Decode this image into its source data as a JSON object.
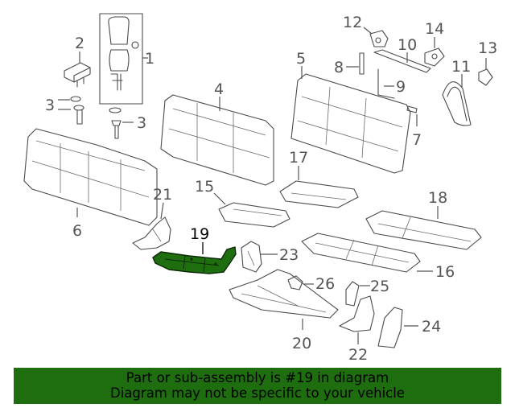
{
  "callouts": [
    "1",
    "2",
    "3",
    "3",
    "4",
    "5",
    "6",
    "7",
    "8",
    "9",
    "10",
    "11",
    "12",
    "13",
    "14",
    "15",
    "16",
    "17",
    "18",
    "19",
    "20",
    "21",
    "22",
    "23",
    "24",
    "25",
    "26"
  ],
  "highlight_part": "19",
  "highlight_color": "#1e6e10",
  "banner": {
    "line1": "Part or sub-assembly is #19 in diagram",
    "line2": "Diagram may not be specific to your vehicle"
  }
}
